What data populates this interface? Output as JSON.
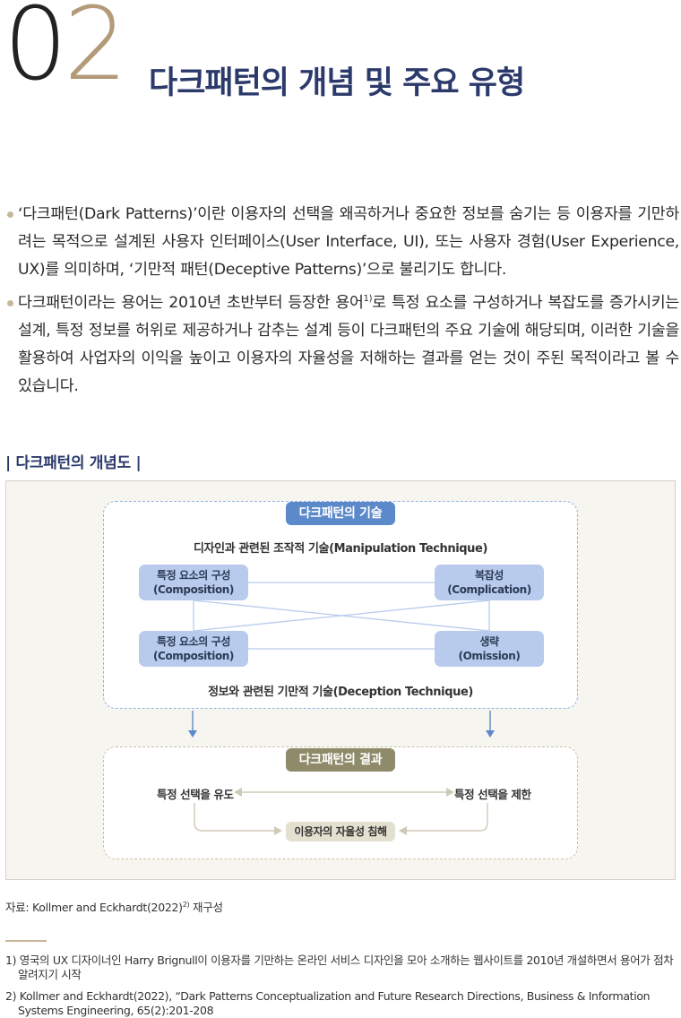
{
  "header": {
    "chapter_digit_0": "0",
    "chapter_digit_2": "2",
    "title": "다크패턴의 개념 및 주요 유형"
  },
  "bullets": [
    {
      "text": "‘다크패턴(Dark Patterns)’이란 이용자의 선택을 왜곡하거나 중요한 정보를 숨기는 등 이용자를 기만하려는 목적으로 설계된 사용자 인터페이스(User Interface, UI), 또는 사용자 경험(User Experience, UX)를 의미하며, ‘기만적 패턴(Deceptive Patterns)’으로 불리기도 합니다."
    },
    {
      "text_before": "다크패턴이라는 용어는 2010년 초반부터 등장한 용어",
      "footnote_ref": "1)",
      "text_after": "로 특정 요소를 구성하거나 복잡도를 증가시키는 설계, 특정 정보를 허위로 제공하거나 감추는 설계 등이 다크패턴의 주요 기술에 해당되며, 이러한 기술을 활용하여 사업자의 이익을 높이고 이용자의 자율성을 저해하는 결과를 얻는 것이 주된 목적이라고 볼 수 있습니다."
    }
  ],
  "figure": {
    "heading": "| 다크패턴의 개념도 |",
    "technique": {
      "title": "다크패턴의 기술",
      "manipulation_label": "디자인과 관련된 조작적 기술(Manipulation Technique)",
      "deception_label": "정보와 관련된 기만적 기술(Deception Technique)",
      "nodes": {
        "top_left": {
          "line1": "특정 요소의 구성",
          "line2": "(Composition)"
        },
        "top_right": {
          "line1": "복잡성",
          "line2": "(Complication)"
        },
        "bottom_left": {
          "line1": "특정 요소의 구성",
          "line2": "(Composition)"
        },
        "bottom_right": {
          "line1": "생략",
          "line2": "(Omission)"
        }
      }
    },
    "result": {
      "title": "다크패턴의 결과",
      "left": "특정 선택을 유도",
      "right": "특정 선택을 제한",
      "outcome": "이용자의 자율성 침해"
    },
    "colors": {
      "tech_accent": "#5c89c9",
      "node_fill": "#b8cbec",
      "result_accent": "#8f8b6a",
      "outcome_fill": "#e4e0d0"
    }
  },
  "source": {
    "text": "자료: Kollmer and Eckhardt(2022)",
    "ref": "2)",
    "suffix": " 재구성"
  },
  "footnotes": [
    "1) 영국의 UX 디자이너인 Harry Brignull이 이용자를 기만하는 온라인 서비스 디자인을 모아 소개하는 웹사이트를 2010년 개설하면서 용어가 점차 알려지기 시작",
    "2) Kollmer and Eckhardt(2022), “Dark Patterns Conceptualization and Future Research Directions, Business & Information Systems Engineering, 65(2):201-208"
  ]
}
